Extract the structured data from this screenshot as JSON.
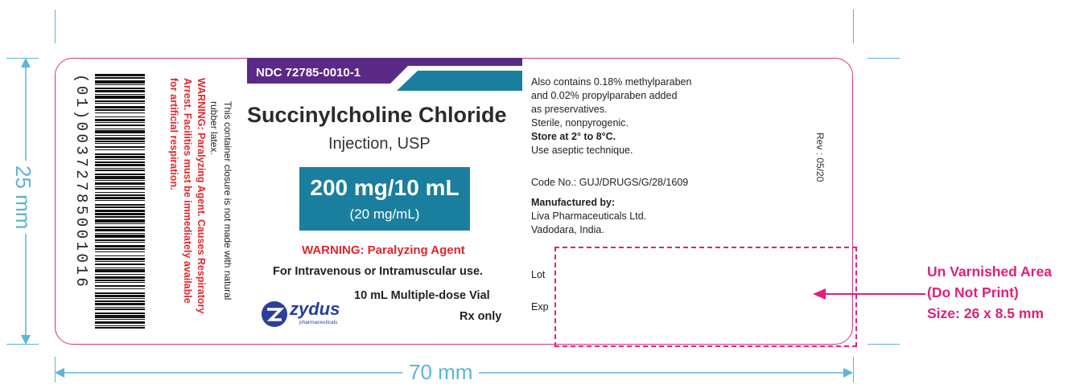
{
  "label": {
    "ndc": "NDC 72785-0010-1",
    "product_name": "Succinylcholine Chloride",
    "product_subtitle": "Injection, USP",
    "strength": "200 mg/10 mL",
    "concentration": "(20 mg/mL)",
    "warning": "WARNING: Paralyzing Agent",
    "route": "For Intravenous or Intramuscular use.",
    "vial": "10 mL Multiple-dose Vial",
    "rx": "Rx only",
    "company": "zydus",
    "company_sub": "pharmaceuticals",
    "barcode_number": "(01)00372785001016",
    "side_warning_lines": [
      "WARNING: Paralyzing Agent. Causes Respiratory",
      "Arrest. Facilities must be immediately available",
      "for artificial respiration."
    ],
    "latex_lines": [
      "This container closure is not made with natural",
      "rubber latex."
    ],
    "info_lines": [
      "Also contains 0.18% methylparaben",
      "and 0.02% propylparaben added",
      "as preservatives.",
      "Sterile, nonpyrogenic."
    ],
    "storage": "Store at 2° to 8°C.",
    "aseptic": "Use aseptic technique.",
    "code_no": "Code No.: GUJ/DRUGS/G/28/1609",
    "manufactured_by": "Manufactured by:",
    "manufacturer_lines": [
      "Liva Pharmaceuticals Ltd.",
      "Vadodara, India."
    ],
    "lot": "Lot",
    "exp": "Exp",
    "rev": "Rev : 05/20"
  },
  "dimensions": {
    "height": "25 mm",
    "width": "70 mm"
  },
  "annotation": {
    "lines": [
      "Un Varnished Area",
      "(Do Not Print)",
      "Size: 26 x 8.5 mm"
    ]
  },
  "colors": {
    "ndc_bar": "#5b2a86",
    "teal": "#1a7f9e",
    "label_border": "#d6337f",
    "dimension": "#5fb3d6",
    "annotation": "#e0207a",
    "warning": "#e2262e"
  }
}
